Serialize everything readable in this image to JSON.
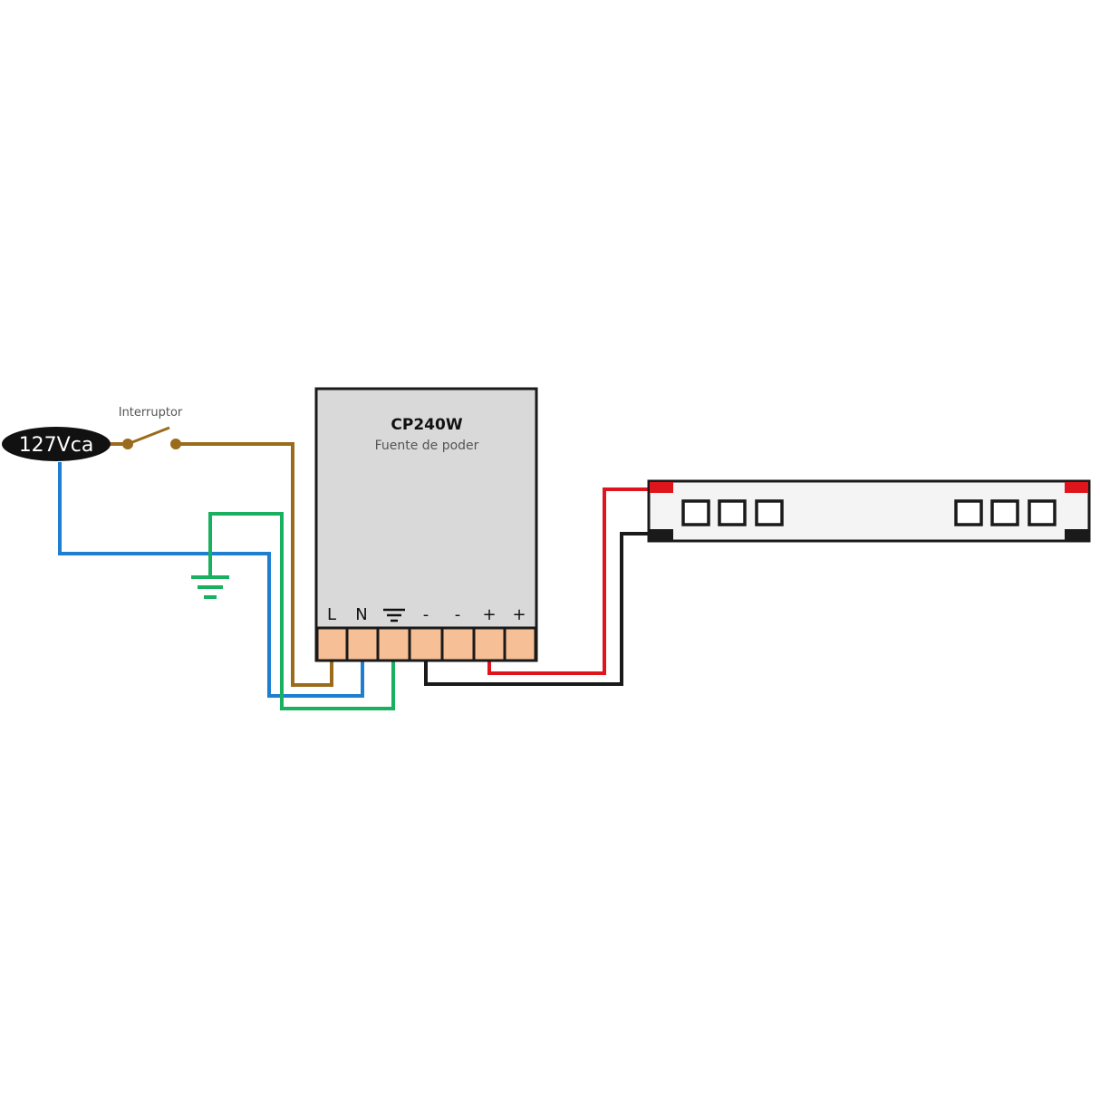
{
  "source": {
    "label": "127Vca"
  },
  "switch": {
    "label": "Interruptor"
  },
  "power_supply": {
    "model": "CP240W",
    "subtitle": "Fuente de poder",
    "terminals": [
      "L",
      "N",
      "",
      "-",
      "-",
      "+",
      "+"
    ]
  },
  "colors": {
    "line": "#9a6b1c",
    "neutral": "#1e7fd0",
    "ground": "#19b060",
    "positive": "#e0151b",
    "negative": "#1a1a1a",
    "terminal": "#f6bf96",
    "supply_body": "#d9d9d9"
  }
}
